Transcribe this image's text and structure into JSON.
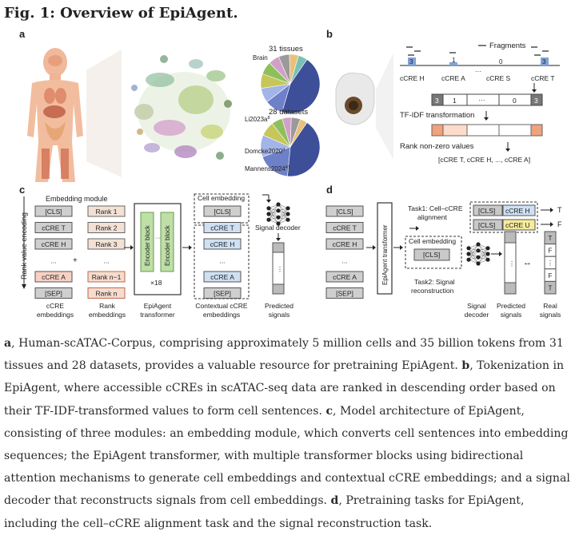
{
  "title": "Fig. 1: Overview of EpiAgent.",
  "panel_labels": {
    "a": "a",
    "b": "b",
    "c": "c",
    "d": "d"
  },
  "panel_a": {
    "pie_top_title": "31 tissues",
    "pie_top_label": "Brain",
    "pie_bottom_title": "28 datasets",
    "pie_bottom_labels": [
      "Li2023a",
      "Domcke2020",
      "Mannens2024"
    ],
    "pie_bottom_refs": [
      "8",
      "4",
      "41"
    ],
    "pie_colors": [
      "#3d4f98",
      "#6e80c8",
      "#a3b4e6",
      "#c6c65a",
      "#8fbf5b",
      "#d1a0c8",
      "#9a9a9a",
      "#e7c07a",
      "#7ac0b5"
    ]
  },
  "panel_b": {
    "fragments_label": "Fragments",
    "ccre_labels": [
      "cCRE H",
      "cCRE A",
      "cCRE S",
      "cCRE T"
    ],
    "fragment_counts": [
      "3",
      "1",
      "0",
      "3"
    ],
    "ellipsis": "···",
    "vector_cells": [
      "3",
      "1",
      "···",
      "0",
      "3"
    ],
    "tfidf_label": "TF-IDF transformation",
    "rank_label": "Rank non-zero values",
    "ranked_list": "[cCRE T, cCRE H, ..., cCRE A]"
  },
  "panel_c": {
    "rank_axis_label": "Rank value encoding",
    "embedding_module_label": "Embedding module",
    "ccre_tokens": [
      "[CLS]",
      "cCRE T",
      "cCRE H",
      "...",
      "cCRE A",
      "[SEP]"
    ],
    "rank_tokens": [
      "Rank 1",
      "Rank 2",
      "Rank 3",
      "...",
      "Rank n−1",
      "Rank n"
    ],
    "plus": "+",
    "encoder_block_label": "Encoder block",
    "repeat_label": "×18",
    "transformer_label": "EpiAgent\ntransformer",
    "cell_embedding_label": "Cell embedding",
    "output_tokens": [
      "[CLS]",
      "cCRE T",
      "cCRE H",
      "...",
      "cCRE A",
      "[SEP]"
    ],
    "signal_decoder_label": "Signal decoder",
    "predicted_signals_label": "Predicted\nsignals",
    "ccre_embeddings_label": "cCRE\nembeddings",
    "rank_embeddings_label": "Rank\nembeddings",
    "epiagent_transformer_label": "EpiAgent\ntransformer",
    "contextual_label": "Contextual cCRE\nembeddings"
  },
  "panel_d": {
    "tokens": [
      "[CLS]",
      "cCRE T",
      "cCRE H",
      "...",
      "cCRE A",
      "[SEP]"
    ],
    "transformer_label": "EpiAgent transformer",
    "task1_label": "Task1: Cell–cCRE\nalignment",
    "pair1": [
      "[CLS]",
      "cCRE H"
    ],
    "pair2": [
      "[CLS]",
      "cCRE U"
    ],
    "pair_result_1": "T",
    "pair_result_2": "F",
    "cell_embedding_label": "Cell embedding",
    "cls_label": "[CLS]",
    "task2_label": "Task2: Signal\nreconstruction",
    "real_values": [
      "T",
      "F",
      "⋮",
      "F",
      "T"
    ],
    "signal_decoder_label": "Signal\ndecoder",
    "predicted_signals_label": "Predicted\nsignals",
    "real_signals_label": "Real\nsignals"
  },
  "caption": [
    {
      "label": "a",
      "text": ", Human-scATAC-Corpus, comprising approximately 5 million cells and 35 billion tokens from 31 tissues and 28 datasets, provides a valuable resource for pretraining EpiAgent. "
    },
    {
      "label": "b",
      "text": ", Tokenization in EpiAgent, where accessible cCREs in scATAC-seq data are ranked in descending order based on their TF-IDF-transformed values to form cell sentences. "
    },
    {
      "label": "c",
      "text": ", Model architecture of EpiAgent, consisting of three modules: an embedding module, which converts cell sentences into embedding sequences; the EpiAgent transformer, with multiple transformer blocks using bidirectional attention mechanisms to generate cell embeddings and contextual cCRE embeddings; and a signal decoder that reconstructs signals from cell embeddings. "
    },
    {
      "label": "d",
      "text": ", Pretraining tasks for EpiAgent, including the cell–cCRE alignment task and the signal reconstruction task."
    }
  ]
}
